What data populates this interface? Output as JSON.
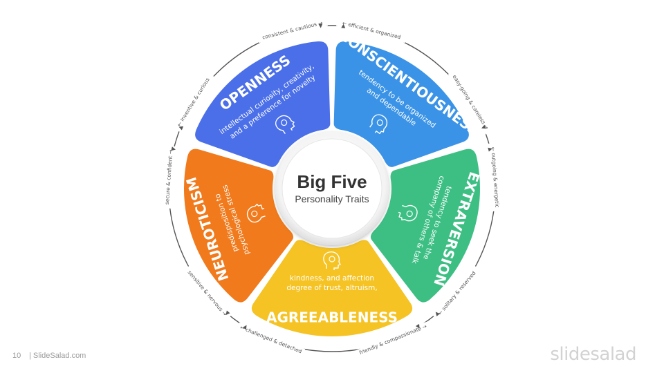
{
  "center": {
    "title": "Big Five",
    "subtitle": "Personality Traits"
  },
  "segments": [
    {
      "name": "openness",
      "title": "OPENNESS",
      "description": [
        "intellectual curiosity, creativity,",
        "and a preference for novelty"
      ],
      "color": "#4A6FE8",
      "icon": "idea-head-icon"
    },
    {
      "name": "conscientiousness",
      "title": "CONSCIENTIOUSNESS",
      "description": [
        "tendency to be organized",
        "and dependable"
      ],
      "color": "#3A93E6",
      "icon": "gear-head-icon"
    },
    {
      "name": "extraversion",
      "title": "EXTRAVERSION",
      "description": [
        "tendency to seek the",
        "company of others & talk"
      ],
      "color": "#3DBF84",
      "icon": "chat-head-icon"
    },
    {
      "name": "agreeableness",
      "title": "AGREEABLENESS",
      "description": [
        "degree of trust, altruism,",
        "kindness, and affection"
      ],
      "color": "#F5C324",
      "icon": "heart-head-icon"
    },
    {
      "name": "neuroticism",
      "title": "NEUROTICISM",
      "description": [
        "predisposition to",
        "psychological stress"
      ],
      "color": "#F07A1C",
      "icon": "stress-head-icon"
    }
  ],
  "ring_labels": [
    "← efficient & organized",
    "easy-going & careless →",
    "← outgoing & energetic",
    "← solitary & reserved",
    "friendly & compassionate →",
    "← challenged & detached",
    "sensitive & nervous →",
    "secure & confident →",
    "← inventive & curious",
    "consistent & cautious →"
  ],
  "footer": {
    "page_number": "10",
    "site": "| SlideSalad.com",
    "brand": "slidesalad"
  }
}
